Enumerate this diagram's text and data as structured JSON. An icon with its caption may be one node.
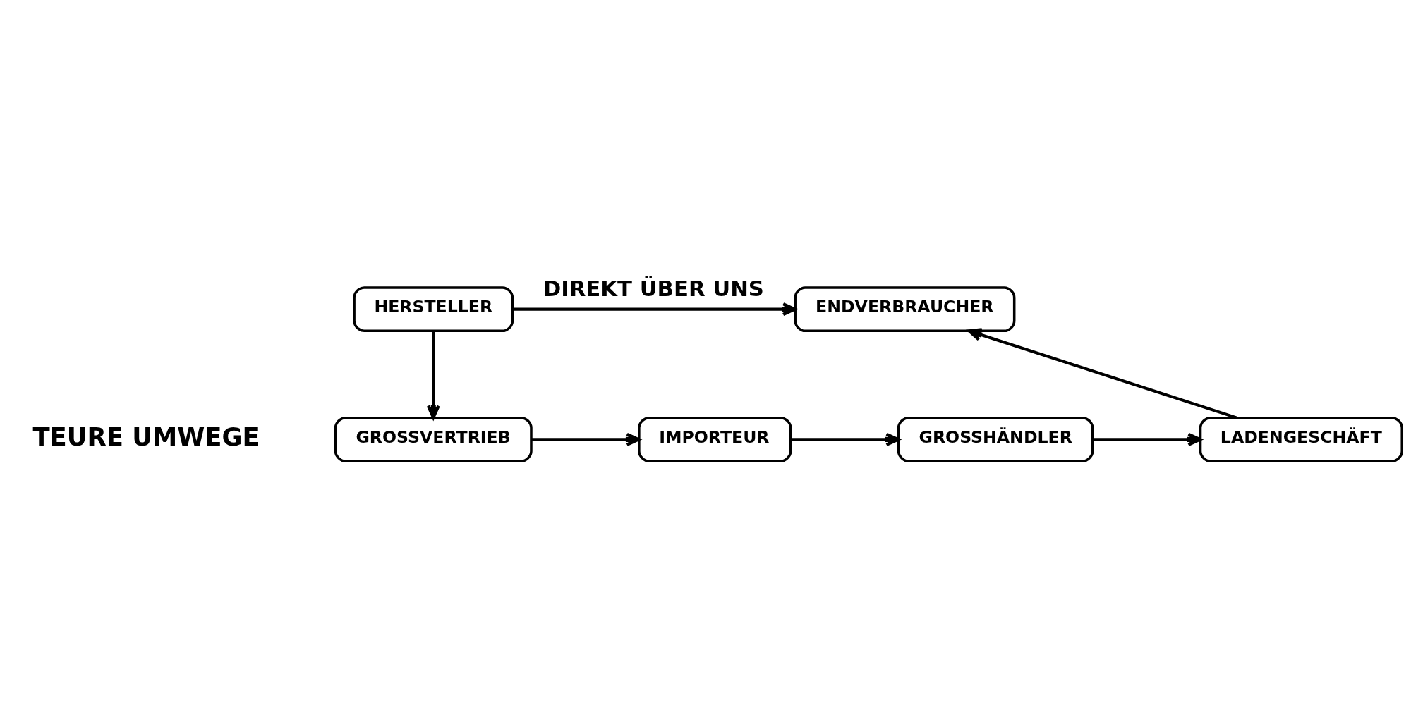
{
  "diagram": {
    "nodes": [
      {
        "text": [
          "HERSTELLER"
        ]
      },
      {
        "text": [
          "ENDVERBRAUCHER"
        ]
      },
      {
        "text": [
          "GROSSVERTRIEB"
        ]
      },
      {
        "text": [
          "IMPORTEUR"
        ]
      },
      {
        "text": [
          "GROSSHÄNDLER"
        ]
      },
      {
        "text": [
          "LADENGESCHÄFT"
        ]
      }
    ],
    "edges": [
      {
        "from": 0,
        "to": 1,
        "arrow": "to",
        "label": "DIREKT ÜBER UNS"
      },
      {
        "from": 0,
        "to": 2,
        "arrow": "to"
      },
      {
        "from": 2,
        "to": 3,
        "arrow": "to"
      },
      {
        "from": 3,
        "to": 4,
        "arrow": "to"
      },
      {
        "from": 4,
        "to": 5,
        "arrow": "to"
      },
      {
        "from": 5,
        "to": 1,
        "arrow": "to"
      }
    ],
    "labels": [
      "TEURE UMWEGE"
    ]
  }
}
